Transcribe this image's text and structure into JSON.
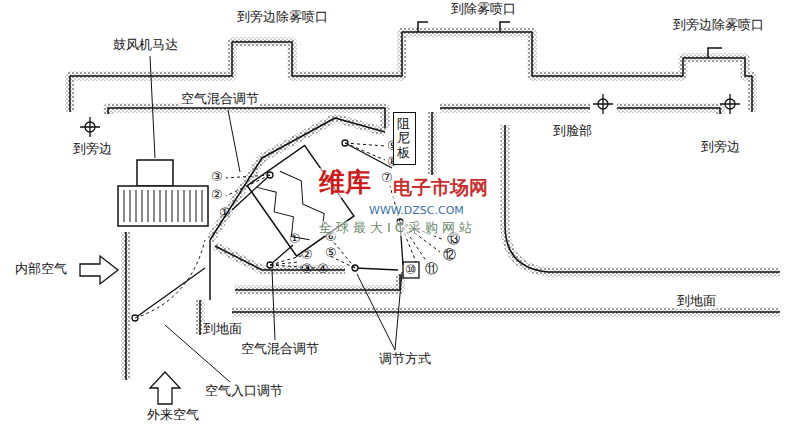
{
  "diagram": {
    "nodes": [
      {
        "text": [
          "阻尼板"
        ]
      }
    ],
    "labels": [
      "到旁边除雾喷口",
      "到除雾喷口",
      "到旁边除雾喷口",
      "鼓风机马达",
      "空气混合调节",
      "到旁边",
      "到脸部",
      "到旁边",
      "⑨",
      "⑧",
      "⑦",
      "③",
      "②",
      "①",
      "①",
      "②",
      "③",
      "④",
      "⑤",
      "⑥",
      "⑬",
      "⑫",
      "⑪",
      "⑩",
      "内部空气",
      "到地面",
      "到地面",
      "空气混合调节",
      "调节方式",
      "空气入口调节",
      "外来空气",
      "维库",
      "电子市场网",
      "WWW.DZSC.COM",
      "全球最大IC采购网站"
    ]
  }
}
